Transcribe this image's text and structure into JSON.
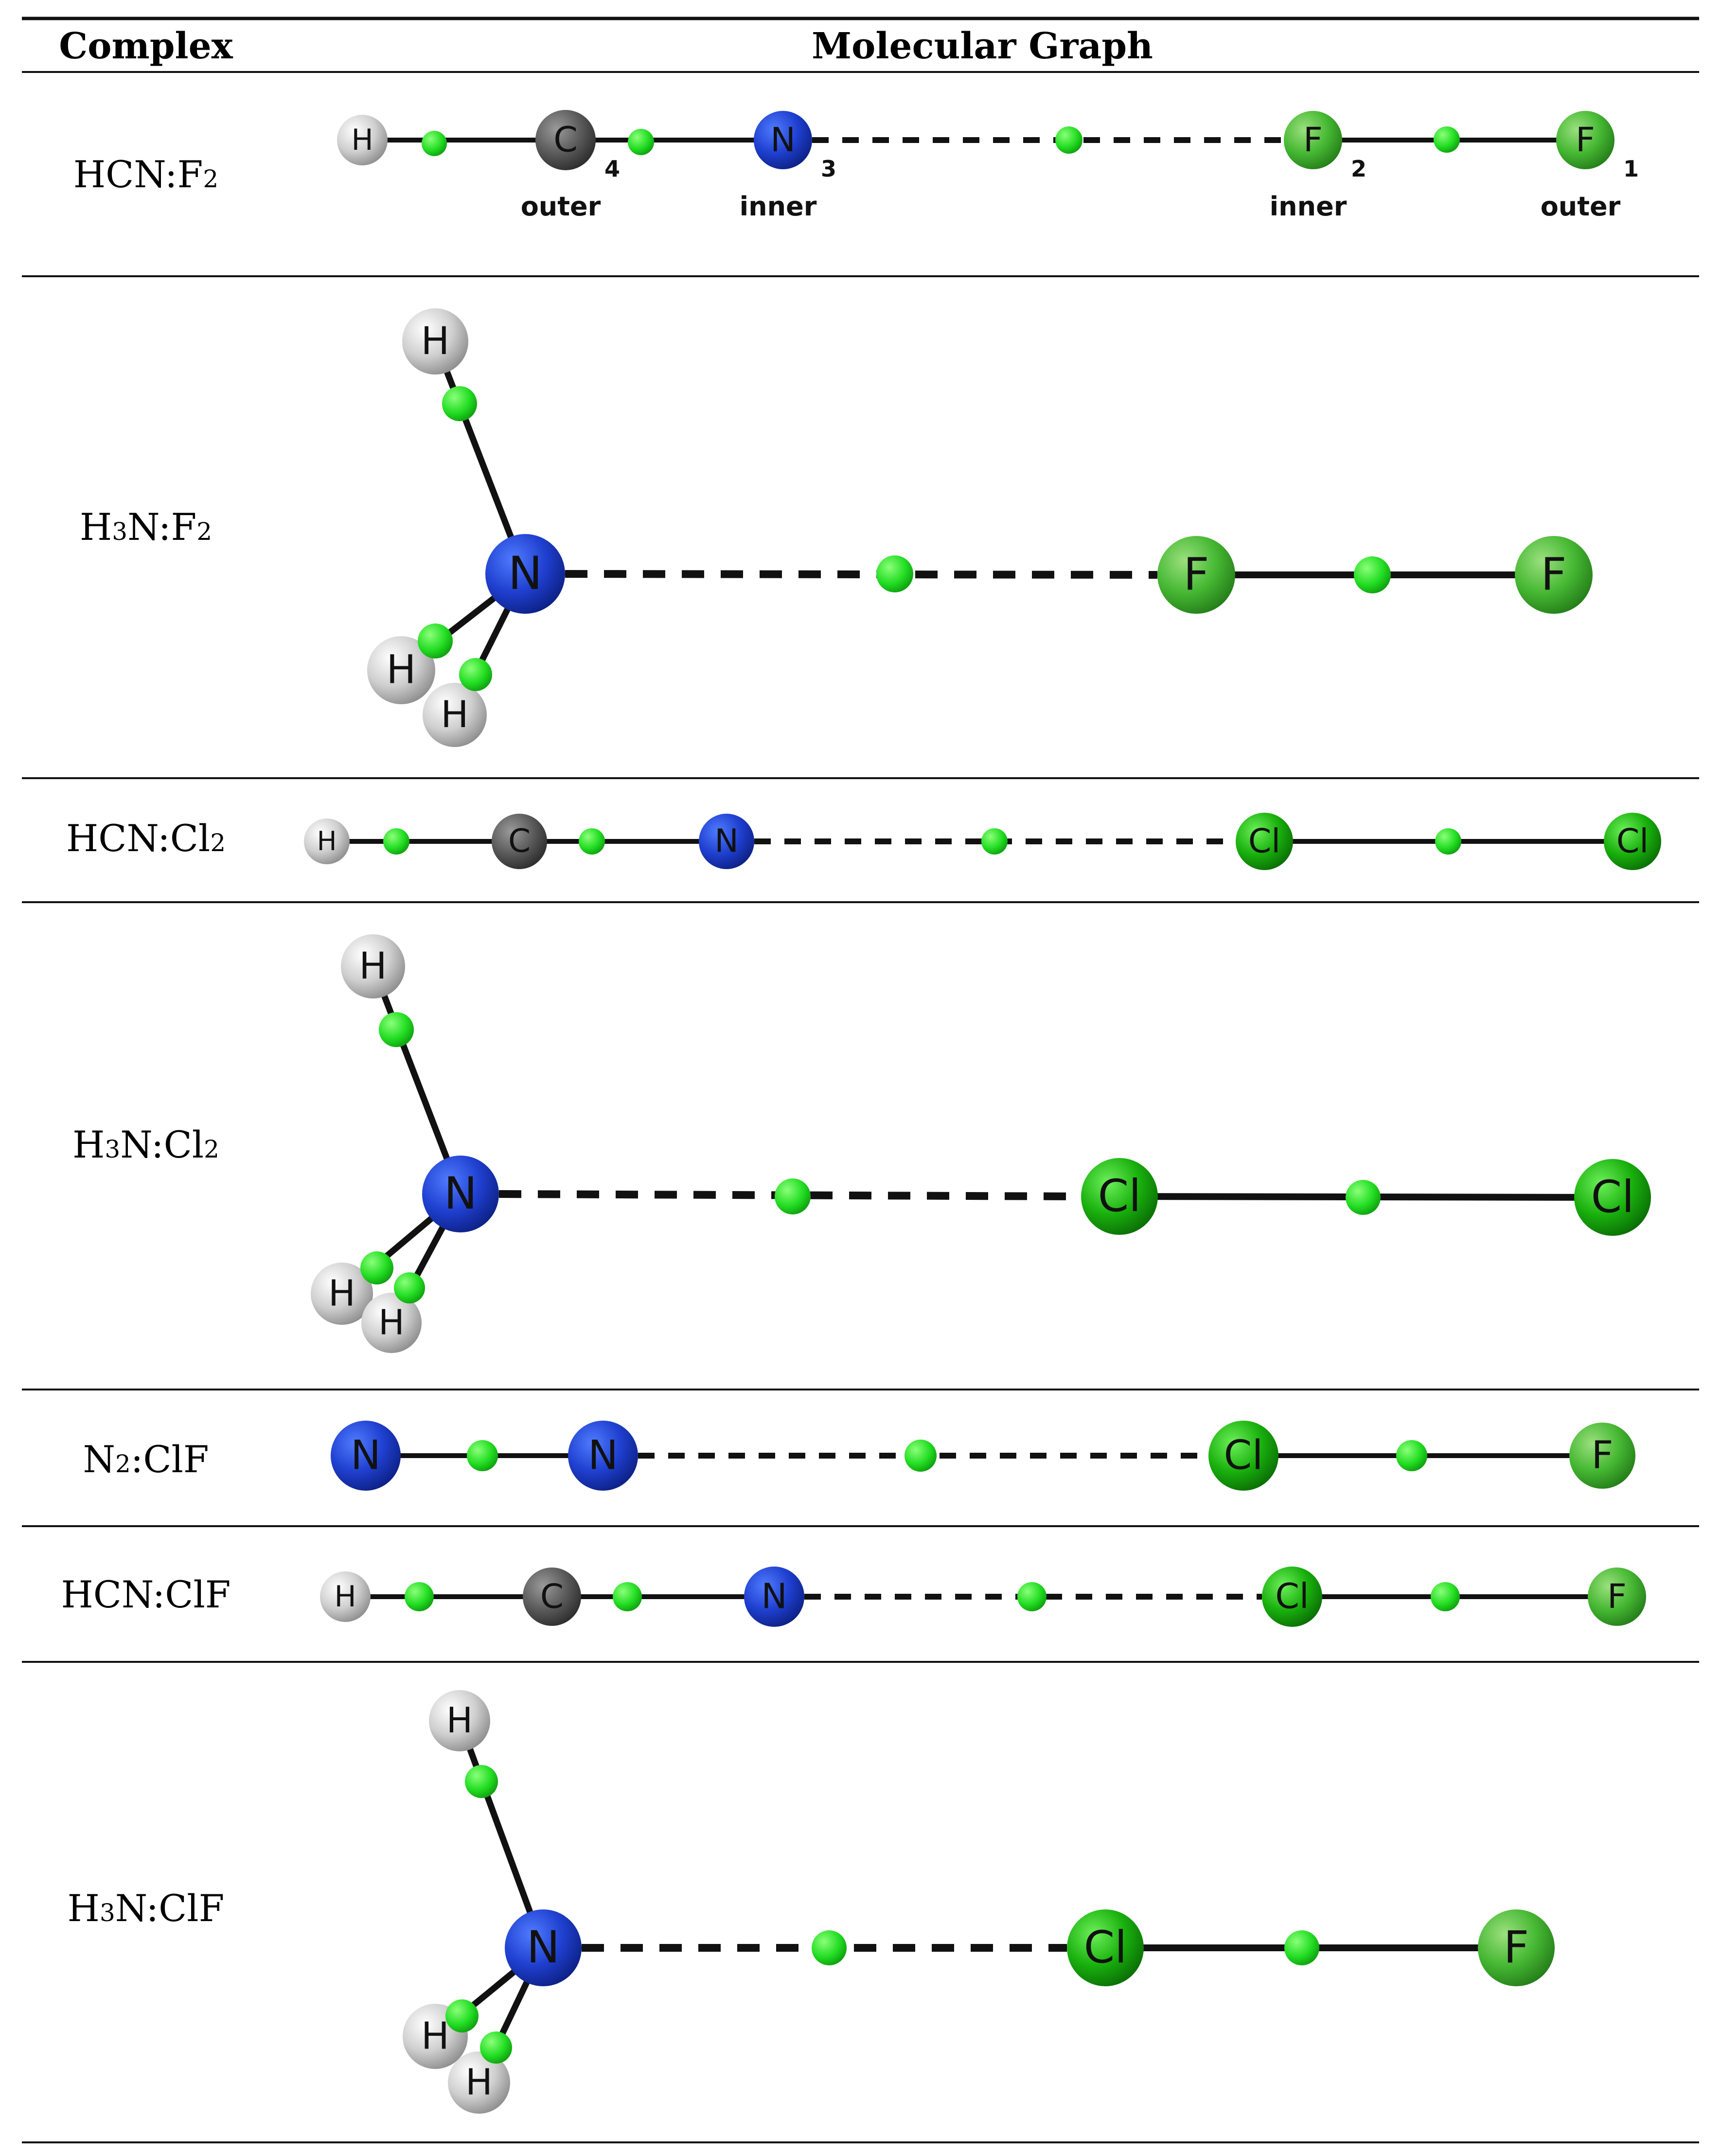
{
  "table": {
    "header": {
      "complex": "Complex",
      "graph": "Molecular Graph"
    },
    "rows": [
      {
        "complex": "HCN:F2",
        "complex_parts": [
          [
            "HCN:F",
            false
          ],
          [
            "2",
            true
          ]
        ],
        "kind": "linear",
        "atoms": [
          {
            "el": "H",
            "label": "H"
          },
          {
            "el": "C",
            "label": "C",
            "num": "4",
            "tag": "outer"
          },
          {
            "el": "N",
            "label": "N",
            "num": "3",
            "tag": "inner"
          },
          {
            "el": "F",
            "label": "F",
            "num": "2",
            "tag": "inner"
          },
          {
            "el": "F",
            "label": "F",
            "num": "1",
            "tag": "outer"
          }
        ]
      },
      {
        "complex": "H3N:F2",
        "complex_parts": [
          [
            "H",
            false
          ],
          [
            "3",
            true
          ],
          [
            "N:F",
            false
          ],
          [
            "2",
            true
          ]
        ],
        "kind": "nh3",
        "atoms": [
          {
            "el": "H",
            "label": "H"
          },
          {
            "el": "H",
            "label": "H"
          },
          {
            "el": "H",
            "label": "H"
          },
          {
            "el": "N",
            "label": "N"
          },
          {
            "el": "F",
            "label": "F"
          },
          {
            "el": "F",
            "label": "F"
          }
        ]
      },
      {
        "complex": "HCN:Cl2",
        "complex_parts": [
          [
            "HCN:Cl",
            false
          ],
          [
            "2",
            true
          ]
        ],
        "kind": "linear",
        "atoms": [
          {
            "el": "H",
            "label": "H"
          },
          {
            "el": "C",
            "label": "C"
          },
          {
            "el": "N",
            "label": "N"
          },
          {
            "el": "Cl",
            "label": "Cl"
          },
          {
            "el": "Cl",
            "label": "Cl"
          }
        ]
      },
      {
        "complex": "H3N:Cl2",
        "complex_parts": [
          [
            "H",
            false
          ],
          [
            "3",
            true
          ],
          [
            "N:Cl",
            false
          ],
          [
            "2",
            true
          ]
        ],
        "kind": "nh3",
        "atoms": [
          {
            "el": "H",
            "label": "H"
          },
          {
            "el": "H",
            "label": "H"
          },
          {
            "el": "H",
            "label": "H"
          },
          {
            "el": "N",
            "label": "N"
          },
          {
            "el": "Cl",
            "label": "Cl"
          },
          {
            "el": "Cl",
            "label": "Cl"
          }
        ]
      },
      {
        "complex": "N2:ClF",
        "complex_parts": [
          [
            "N",
            false
          ],
          [
            "2",
            true
          ],
          [
            ":ClF",
            false
          ]
        ],
        "kind": "linear",
        "atoms": [
          {
            "el": "N",
            "label": "N"
          },
          {
            "el": "N",
            "label": "N"
          },
          {
            "el": "Cl",
            "label": "Cl"
          },
          {
            "el": "F",
            "label": "F"
          }
        ]
      },
      {
        "complex": "HCN:ClF",
        "complex_parts": [
          [
            "HCN:ClF",
            false
          ]
        ],
        "kind": "linear",
        "atoms": [
          {
            "el": "H",
            "label": "H"
          },
          {
            "el": "C",
            "label": "C"
          },
          {
            "el": "N",
            "label": "N"
          },
          {
            "el": "Cl",
            "label": "Cl"
          },
          {
            "el": "F",
            "label": "F"
          }
        ]
      },
      {
        "complex": "H3N:ClF",
        "complex_parts": [
          [
            "H",
            false
          ],
          [
            "3",
            true
          ],
          [
            "N:ClF",
            false
          ]
        ],
        "kind": "nh3",
        "atoms": [
          {
            "el": "H",
            "label": "H"
          },
          {
            "el": "H",
            "label": "H"
          },
          {
            "el": "H",
            "label": "H"
          },
          {
            "el": "N",
            "label": "N"
          },
          {
            "el": "Cl",
            "label": "Cl"
          },
          {
            "el": "F",
            "label": "F"
          }
        ]
      }
    ]
  },
  "colors": {
    "H": "#c9c9c9",
    "C": "#555555",
    "N": "#1f3fcf",
    "F": "#46b833",
    "Cl": "#19b00d",
    "bcp": "#22dd22",
    "bond": "#111111",
    "rule": "#111111"
  }
}
